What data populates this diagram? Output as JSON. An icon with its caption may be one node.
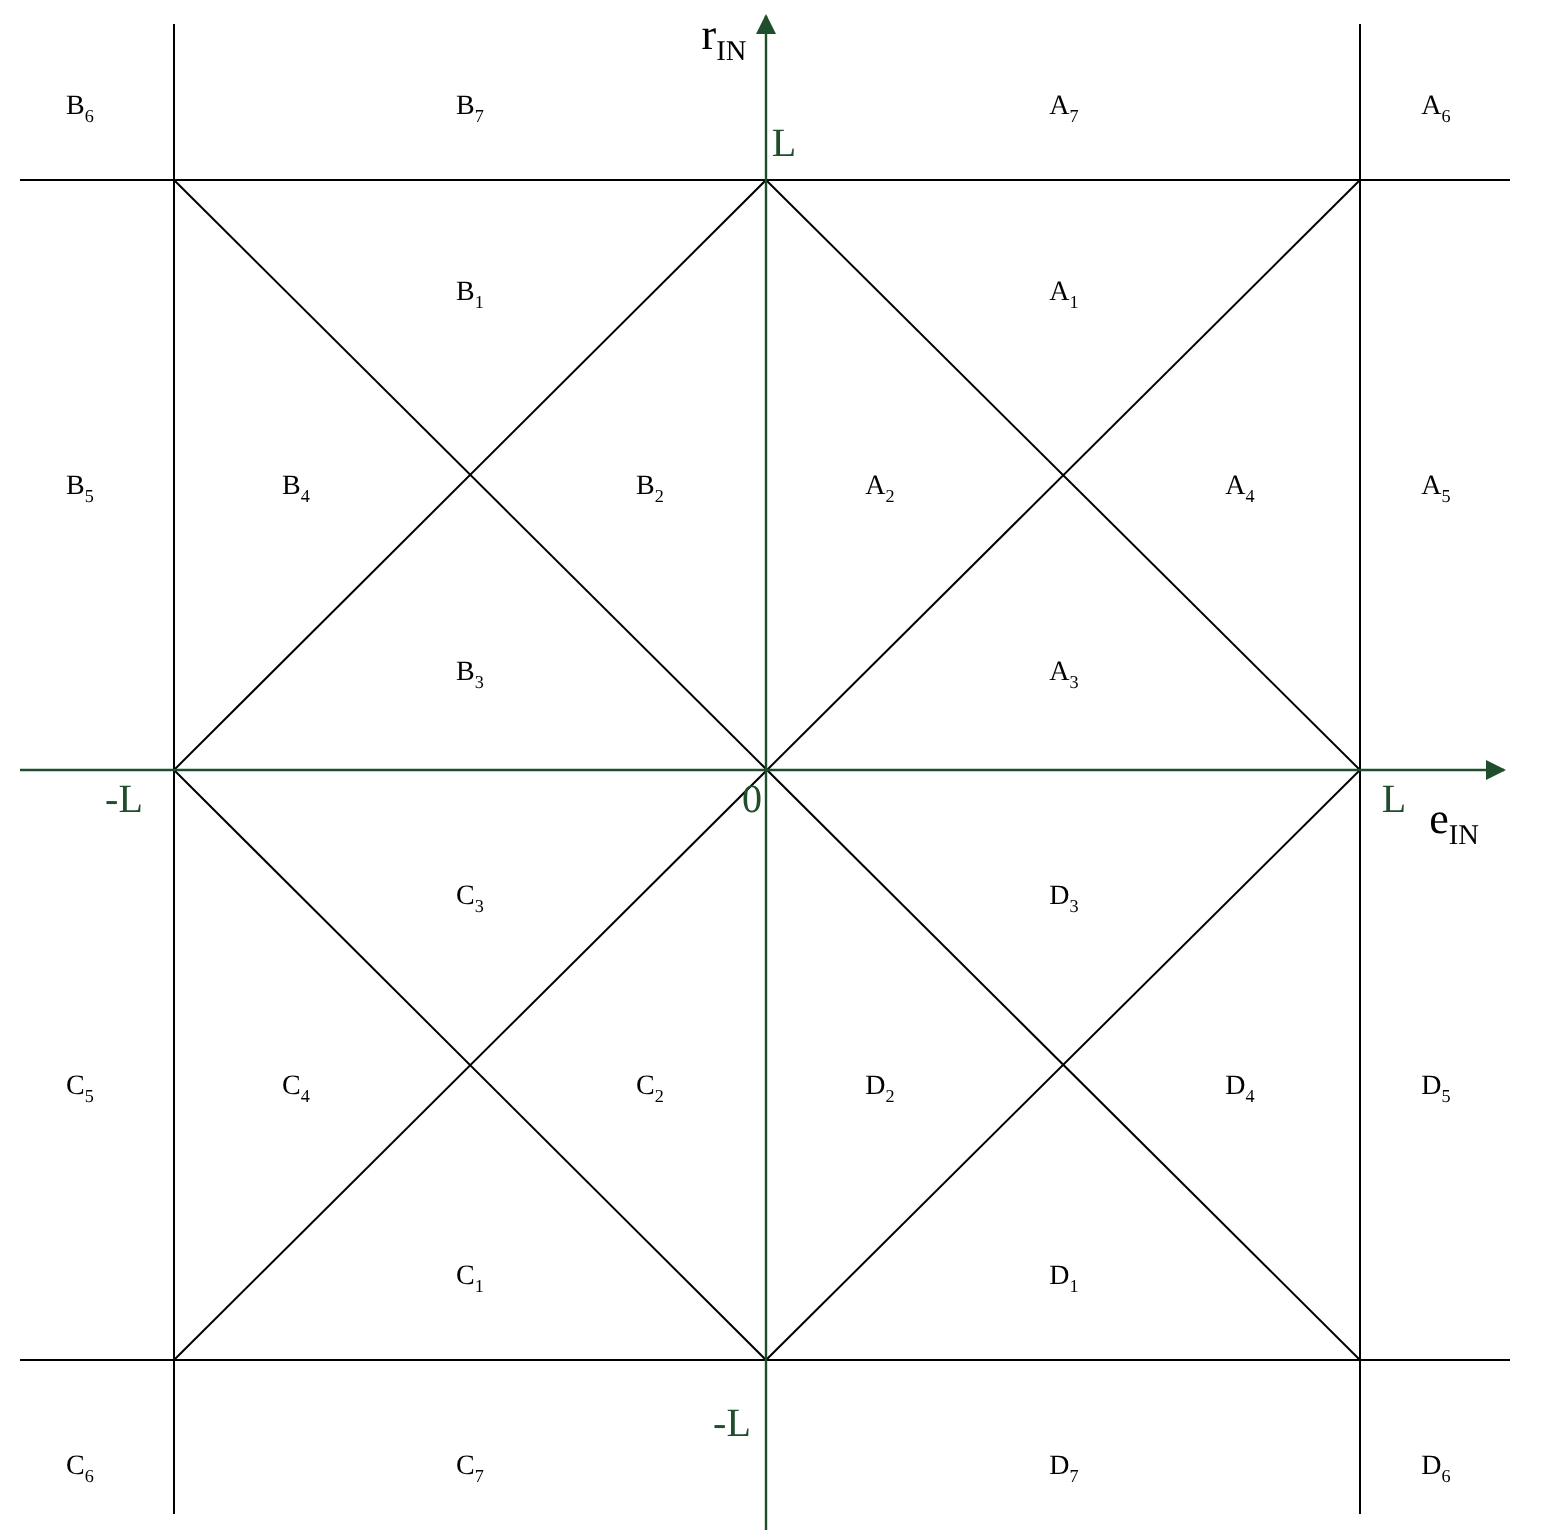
{
  "diagram": {
    "labels": [
      "r$_{IN}$",
      "B$_{6}$",
      "B$_{7}$",
      "A$_{7}$",
      "A$_{6}$",
      "L",
      "B$_{1}$",
      "A$_{1}$",
      "B$_{5}$",
      "B$_{4}$",
      "B$_{2}$",
      "A$_{2}$",
      "A$_{4}$",
      "A$_{5}$",
      "B$_{3}$",
      "A$_{3}$",
      "-L",
      "0",
      "L",
      "e$_{IN}$",
      "C$_{3}$",
      "D$_{3}$",
      "C$_{5}$",
      "C$_{4}$",
      "C$_{2}$",
      "D$_{2}$",
      "D$_{4}$",
      "D$_{5}$",
      "C$_{1}$",
      "D$_{1}$",
      "-L",
      "C$_{6}$",
      "C$_{7}$",
      "D$_{7}$",
      "D$_{6}$"
    ]
  }
}
